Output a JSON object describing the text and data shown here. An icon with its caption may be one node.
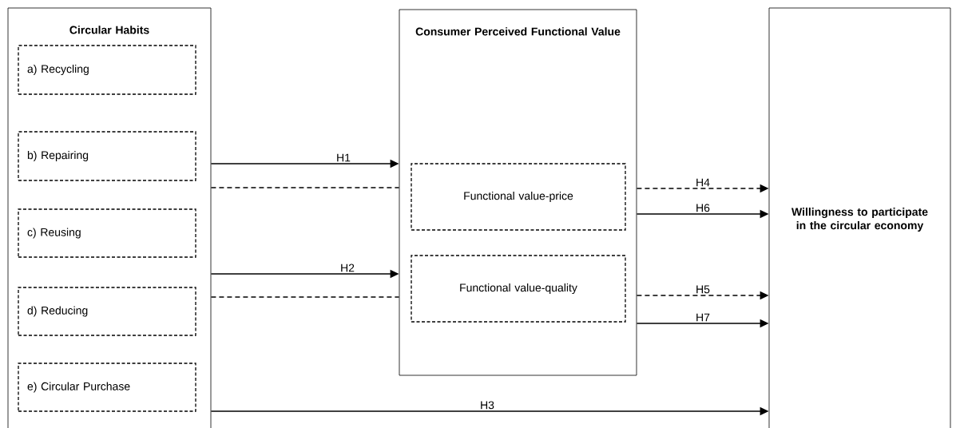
{
  "diagram": {
    "nodes": [
      {
        "text": [
          "Circular Habits"
        ]
      },
      {
        "text": [
          "a) Recycling"
        ],
        "in": 0
      },
      {
        "text": [
          "b) Repairing"
        ],
        "in": 0
      },
      {
        "text": [
          "c) Reusing"
        ],
        "in": 0
      },
      {
        "text": [
          "d) Reducing"
        ],
        "in": 0
      },
      {
        "text": [
          "e) Circular Purchase"
        ],
        "in": 0
      },
      {
        "text": [
          "Consumer Perceived Functional Value"
        ]
      },
      {
        "text": [
          "Functional value-price"
        ],
        "in": 6
      },
      {
        "text": [
          "Functional value-quality"
        ],
        "in": 6
      },
      {
        "text": [
          "Willingness to participate in the circular economy"
        ]
      }
    ],
    "edges": [
      {
        "from": 0,
        "to": 6,
        "arrow": "to",
        "label": "H1"
      },
      {
        "from": 0,
        "to": 6,
        "arrow": "none",
        "style": "dashed"
      },
      {
        "from": 0,
        "to": 6,
        "arrow": "to",
        "label": "H2"
      },
      {
        "from": 0,
        "to": 6,
        "arrow": "none",
        "style": "dashed"
      },
      {
        "from": 6,
        "to": 9,
        "arrow": "to",
        "label": "H4",
        "style": "dashed"
      },
      {
        "from": 6,
        "to": 9,
        "arrow": "to",
        "label": "H6"
      },
      {
        "from": 6,
        "to": 9,
        "arrow": "to",
        "label": "H5",
        "style": "dashed"
      },
      {
        "from": 6,
        "to": 9,
        "arrow": "to",
        "label": "H7"
      },
      {
        "from": 0,
        "to": 9,
        "arrow": "to",
        "label": "H3"
      }
    ]
  }
}
